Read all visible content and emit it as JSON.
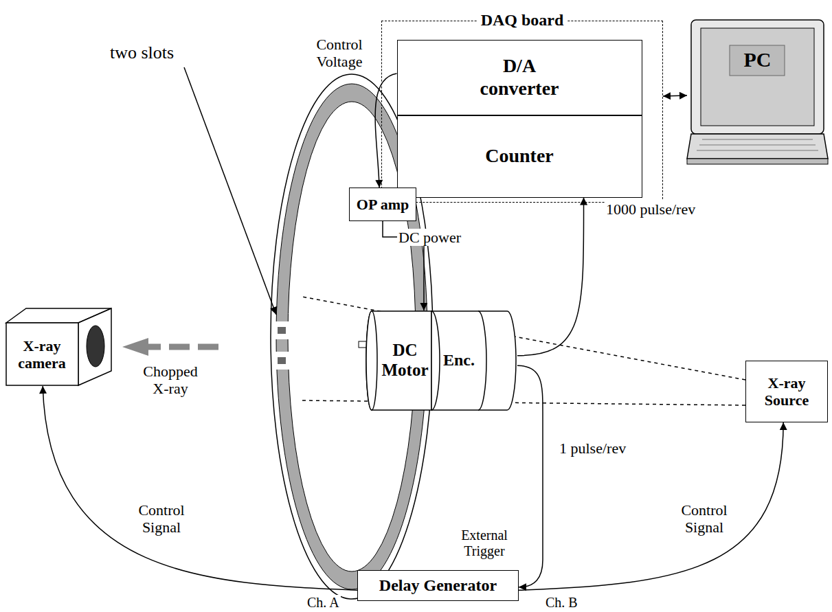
{
  "diagram": {
    "nodes": [
      {
        "text": [
          "DAQ board"
        ]
      },
      {
        "text": [
          "D/A converter"
        ],
        "in": 0
      },
      {
        "text": [
          "Counter"
        ],
        "in": 0
      },
      {
        "text": [
          "PC"
        ]
      },
      {
        "text": [
          "OP amp"
        ]
      },
      {
        "text": [
          "X-ray camera"
        ]
      },
      {
        "text": [
          "DC Motor"
        ]
      },
      {
        "text": [
          "Enc."
        ]
      },
      {
        "text": [
          "X-ray Source"
        ]
      },
      {
        "text": [
          "Delay Generator"
        ]
      }
    ],
    "edges": [
      {
        "from": 0,
        "to": 3,
        "arrow": "both"
      },
      {
        "from": 1,
        "to": 4,
        "label": "Control Voltage",
        "arrow": "to"
      },
      {
        "from": 4,
        "to": 6,
        "label": "DC power",
        "arrow": "to"
      },
      {
        "from": 7,
        "to": 2,
        "label": "1000 pulse/rev",
        "arrow": "to"
      },
      {
        "from": 7,
        "to": 9,
        "label": "1 pulse/rev",
        "arrow": "to"
      },
      {
        "from": 9,
        "to": 5,
        "label": "Control Signal",
        "arrow": "to"
      },
      {
        "from": 9,
        "to": 8,
        "label": "Control Signal",
        "arrow": "to"
      }
    ],
    "labels": [
      "two slots",
      "Chopped X-ray",
      "External Trigger",
      "Ch. A",
      "Ch. B"
    ]
  }
}
